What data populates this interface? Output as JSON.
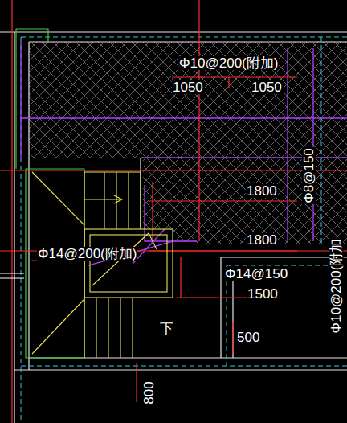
{
  "diagram": {
    "labels": [
      "Φ10@200(附加)",
      "1050",
      "1050",
      "Φ8@150",
      "1800",
      "1800",
      "Φ10@200(附加",
      "Φ14@200(附加)",
      "Φ14@150",
      "1500",
      "500",
      "下",
      "800"
    ]
  }
}
